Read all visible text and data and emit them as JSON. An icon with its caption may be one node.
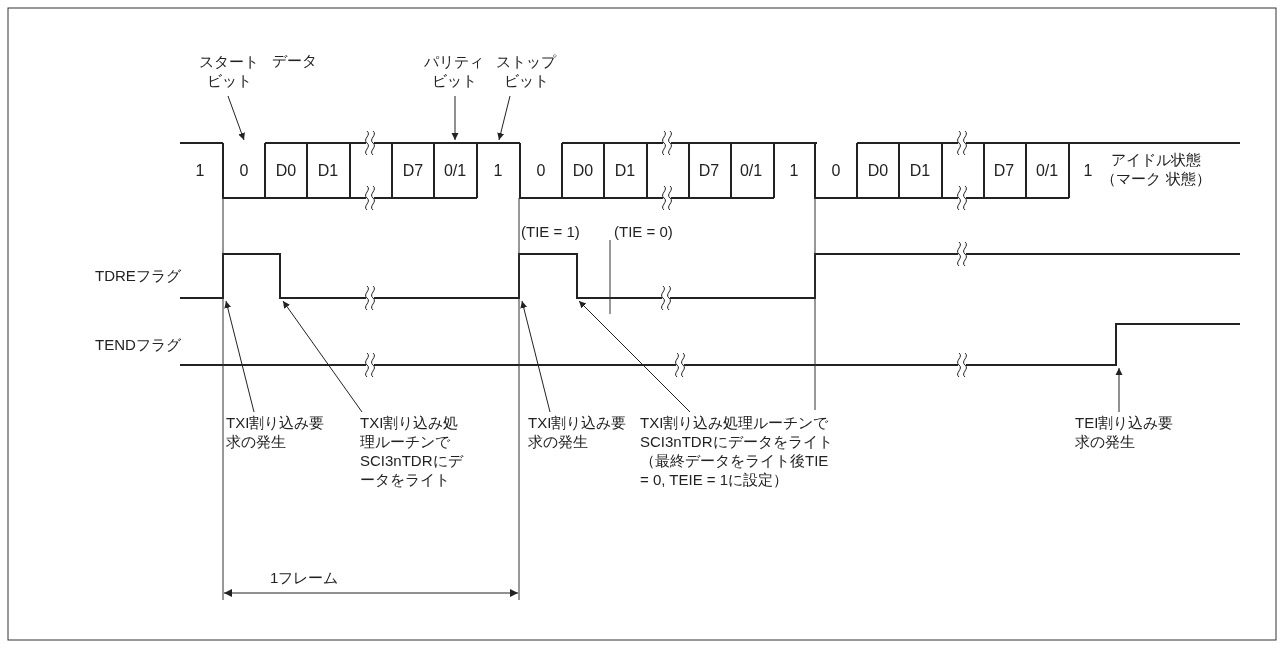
{
  "diagram": {
    "nodes": [
      {
        "text": [
          "スタートビット"
        ]
      },
      {
        "text": [
          "パリティビット"
        ]
      },
      {
        "text": [
          "ストップビット"
        ]
      },
      {
        "text": [
          "TXI割り込み要求の発生"
        ]
      },
      {
        "text": [
          "TXI割り込み処理ルーチンでSCI3nTDRにデータをライト"
        ]
      },
      {
        "text": [
          "TXI割り込み要求の発生"
        ]
      },
      {
        "text": [
          "TXI割り込み処理ルーチンでSCI3nTDRにデータをライト（最終データをライト後TIE = 0, TEIE = 1に設定）"
        ]
      },
      {
        "text": [
          "TEI割り込み要求の発生"
        ]
      },
      {
        "text": [],
        "shape": "waveform"
      },
      {
        "text": [],
        "shape": "waveform"
      },
      {
        "text": [],
        "shape": "waveform"
      }
    ],
    "edges": [
      {
        "from": 0,
        "to": 8,
        "arrow": "to"
      },
      {
        "from": 1,
        "to": 8,
        "arrow": "to"
      },
      {
        "from": 2,
        "to": 8,
        "arrow": "to"
      },
      {
        "from": 3,
        "to": 9,
        "arrow": "to"
      },
      {
        "from": 4,
        "to": 9,
        "arrow": "to"
      },
      {
        "from": 5,
        "to": 9,
        "arrow": "to"
      },
      {
        "from": 6,
        "to": 9,
        "arrow": "to"
      },
      {
        "from": 7,
        "to": 10,
        "arrow": "to"
      }
    ],
    "labels": [
      "データ",
      "1",
      "0",
      "D0",
      "D1",
      "D7",
      "0/1",
      "1",
      "0",
      "D0",
      "D1",
      "D7",
      "0/1",
      "1",
      "0",
      "D0",
      "D1",
      "D7",
      "0/1",
      "1",
      "アイドル状態（マーク 状態）",
      "(TIE = 1)",
      "(TIE = 0)",
      "TDREフラグ",
      "TENDフラグ",
      "1フレーム"
    ]
  }
}
